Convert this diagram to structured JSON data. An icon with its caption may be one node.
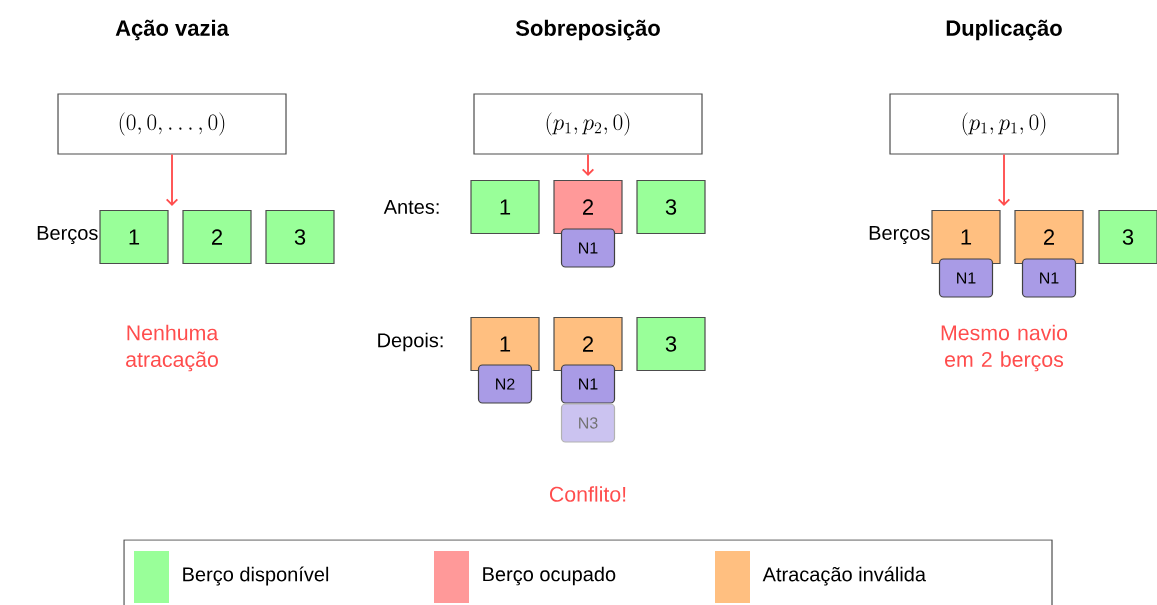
{
  "diagram": {
    "nodes": [
      {
        "text": [
          "(0, 0, \\ldots, 0)"
        ]
      },
      {
        "text": [
          "1"
        ]
      },
      {
        "text": [
          "2"
        ]
      },
      {
        "text": [
          "3"
        ]
      },
      {
        "text": [
          "(p_1, p_2, 0)"
        ]
      },
      {
        "text": [
          "1"
        ]
      },
      {
        "text": [
          "2"
        ]
      },
      {
        "text": [
          "3"
        ]
      },
      {
        "text": [
          "N1"
        ]
      },
      {
        "text": [
          "1"
        ]
      },
      {
        "text": [
          "2"
        ]
      },
      {
        "text": [
          "3"
        ]
      },
      {
        "text": [
          "N2"
        ]
      },
      {
        "text": [
          "N1"
        ]
      },
      {
        "text": [
          "N3"
        ]
      },
      {
        "text": [
          "(p_1, p_1, 0)"
        ]
      },
      {
        "text": [
          "1"
        ]
      },
      {
        "text": [
          "2"
        ]
      },
      {
        "text": [
          "3"
        ]
      },
      {
        "text": [
          "N1"
        ]
      },
      {
        "text": [
          "N1"
        ]
      }
    ],
    "edges": [
      {
        "from": 0,
        "to": 1,
        "arrow": "to"
      },
      {
        "from": 4,
        "to": 6,
        "arrow": "to"
      },
      {
        "from": 15,
        "to": 16,
        "arrow": "to"
      }
    ],
    "labels": [
      "Ação vazia",
      "Sobreposição",
      "Duplicação",
      "Berços",
      "Antes:",
      "Depois:",
      "Berços",
      "Nenhuma atracação",
      "Mesmo navio em 2 berços",
      "Conflito!"
    ],
    "legend": [
      {
        "text": "Berço disponível",
        "color": "#99ff99"
      },
      {
        "text": "Berço ocupado",
        "color": "#ff9999"
      },
      {
        "text": "Atracação inválida",
        "color": "#ffbf80"
      }
    ]
  }
}
